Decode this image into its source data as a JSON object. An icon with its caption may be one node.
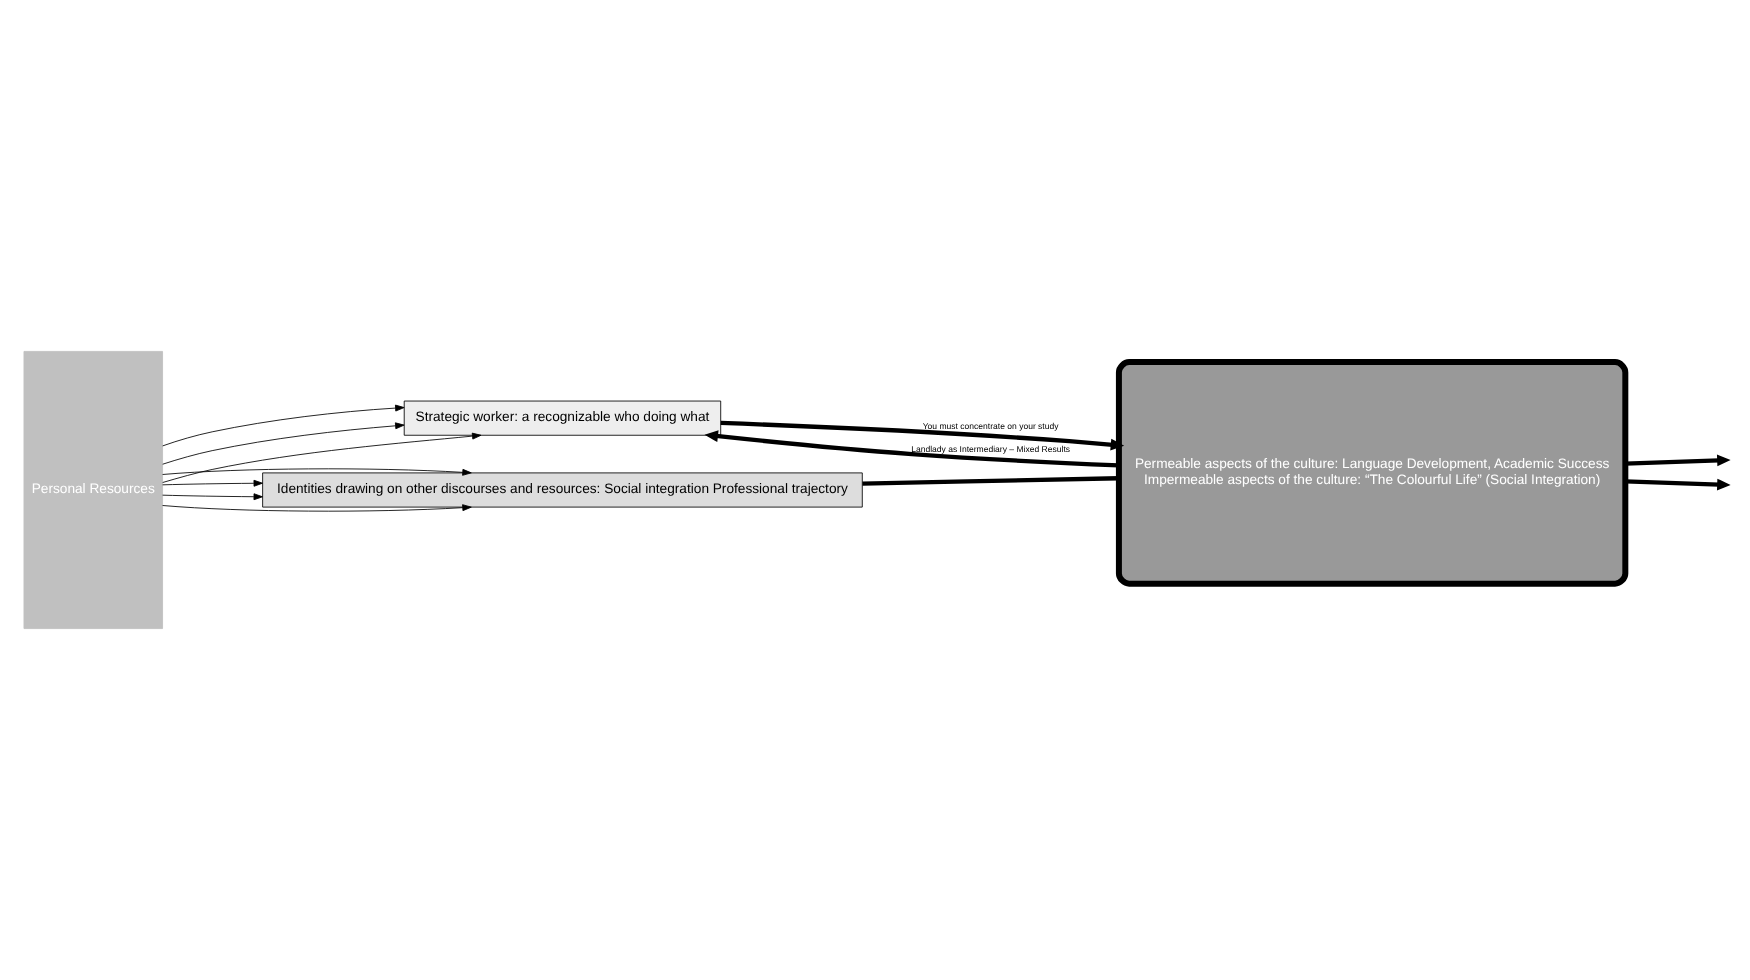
{
  "diagram": {
    "nodes": [
      {
        "text": [
          "Personal Resources"
        ]
      },
      {
        "text": [
          "Strategic worker: a recognizable who doing what"
        ]
      },
      {
        "text": [
          "Identities drawing on other discourses and resources: Social integration Professional trajectory"
        ]
      },
      {
        "text": [
          "Permeable aspects of the culture: Language Development, Academic Success",
          "Impermeable aspects of the culture: “The Colourful Life” (Social Integration)"
        ]
      }
    ],
    "edges": [
      {
        "from": 0,
        "to": 1,
        "arrow": "to"
      },
      {
        "from": 0,
        "to": 1,
        "arrow": "to"
      },
      {
        "from": 0,
        "to": 1,
        "arrow": "to"
      },
      {
        "from": 0,
        "to": 2,
        "arrow": "to"
      },
      {
        "from": 0,
        "to": 2,
        "arrow": "to"
      },
      {
        "from": 0,
        "to": 2,
        "arrow": "to"
      },
      {
        "from": 0,
        "to": 2,
        "arrow": "to"
      },
      {
        "from": 1,
        "to": 3,
        "arrow": "to",
        "label": "You must concentrate on your study",
        "style": "thick"
      },
      {
        "from": 3,
        "to": 1,
        "arrow": "to",
        "label": "Landlady as Intermediary – Mixed Results",
        "style": "thick"
      },
      {
        "from": 2,
        "to": 3,
        "arrow": "none",
        "style": "thick"
      },
      {
        "from": 3,
        "to": null,
        "arrow": "to",
        "style": "thick"
      },
      {
        "from": 3,
        "to": null,
        "arrow": "to",
        "style": "thick"
      }
    ]
  }
}
